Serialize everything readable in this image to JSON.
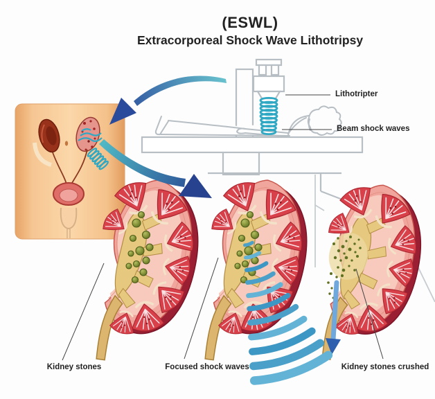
{
  "header": {
    "title_abbr": "(ESWL)",
    "title_full": "Extracorporeal Shock Wave Lithotripsy"
  },
  "callouts": {
    "lithotripter": "Lithotripter",
    "beam_shock_waves": "Beam shock waves"
  },
  "stage_labels": {
    "stage1": "Kidney stones",
    "stage2": "Focused shock waves",
    "stage3": "Kidney stones crushed"
  },
  "colors": {
    "text_dark": "#222222",
    "arrow_blue": "#2a4a9b",
    "arrow_teal": "#5fc1cc",
    "wave_teal": "#2fa8c4",
    "wave_blue": "#4aa0c8",
    "kidney_red": "#d8404a",
    "kidney_dark_red": "#9b1f33",
    "cortex_pink": "#f0a69c",
    "pelvis_tan": "#e6c87f",
    "stone_green": "#7e8f33",
    "skin": "#f5c08d",
    "outline_gray": "#b7bec4"
  }
}
